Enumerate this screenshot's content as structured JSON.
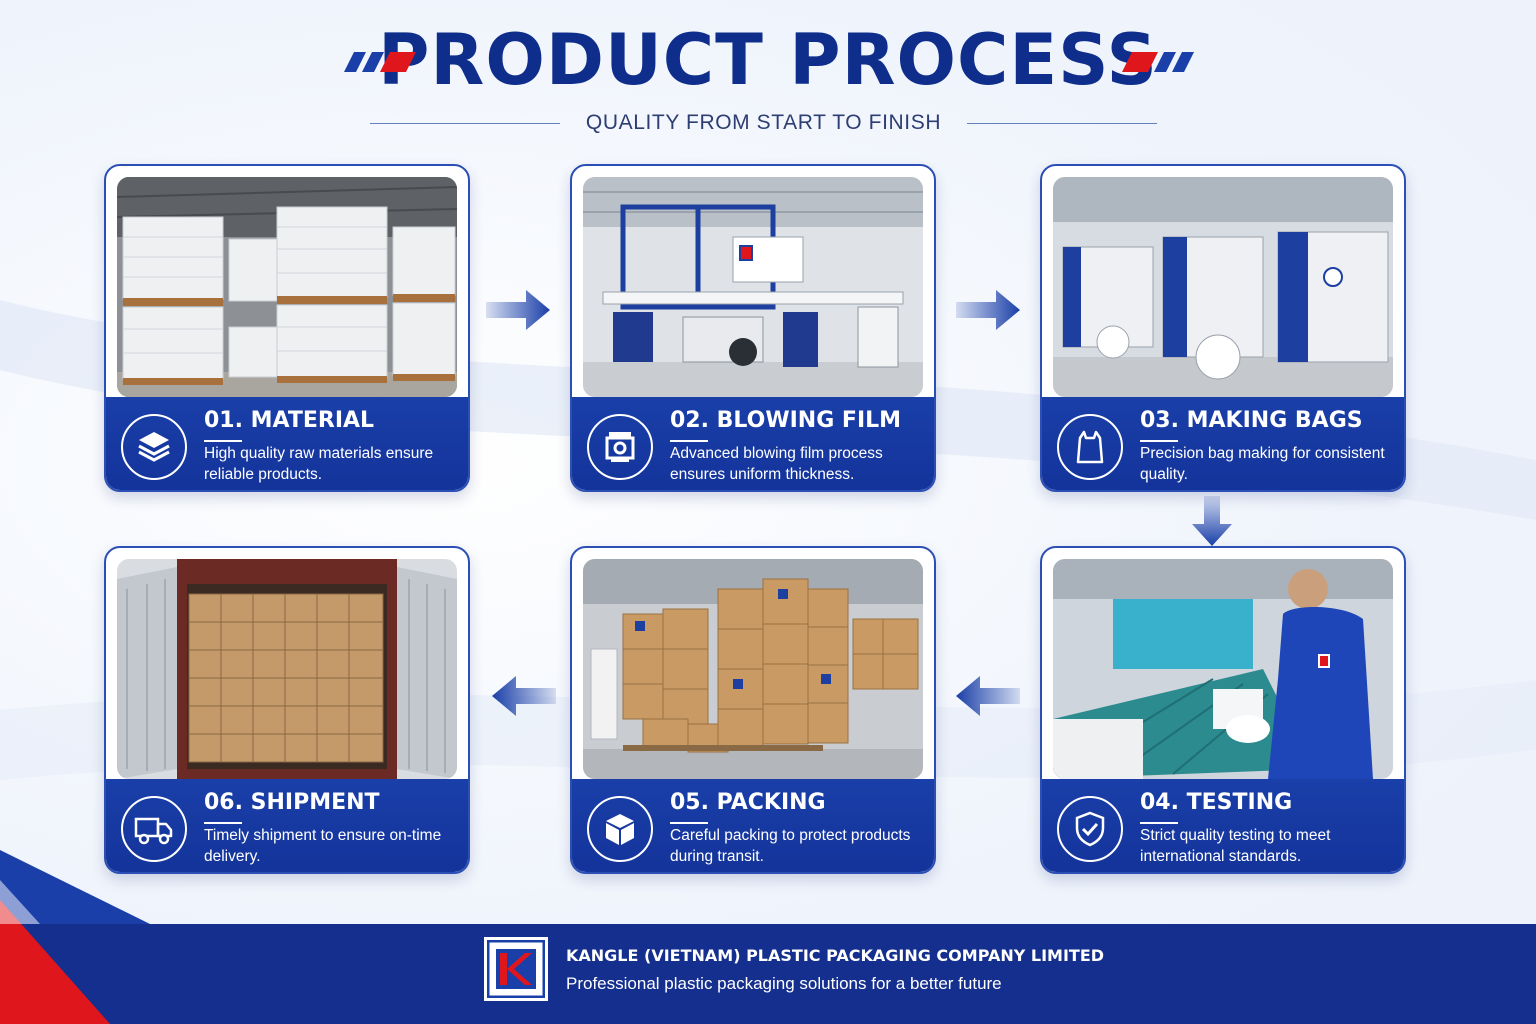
{
  "header": {
    "title": "PRODUCT PROCESS",
    "subtitle": "QUALITY FROM START TO FINISH"
  },
  "colors": {
    "brand_blue": "#13339a",
    "brand_red": "#e0161d",
    "title_blue": "#0f2e8c"
  },
  "steps": [
    {
      "title": "01. MATERIAL",
      "desc": "High quality raw materials ensure reliable products.",
      "icon": "layers-icon",
      "photo": "warehouse of white raw material sacks"
    },
    {
      "title": "02. BLOWING FILM",
      "desc": "Advanced blowing film process ensures uniform thickness.",
      "icon": "machine-icon",
      "photo": "blown film extrusion line"
    },
    {
      "title": "03. MAKING BAGS",
      "desc": "Precision bag making for consistent quality.",
      "icon": "shopping-bag-icon",
      "photo": "bag making machines"
    },
    {
      "title": "04. TESTING",
      "desc": "Strict quality testing to meet international standards.",
      "icon": "shield-check-icon",
      "photo": "worker inspecting bags"
    },
    {
      "title": "05. PACKING",
      "desc": "Careful packing to protect products during transit.",
      "icon": "box-icon",
      "photo": "stacked cartons on pallets"
    },
    {
      "title": "06. SHIPMENT",
      "desc": "Timely shipment to ensure on-time delivery.",
      "icon": "truck-icon",
      "photo": "container loaded with cartons"
    }
  ],
  "footer": {
    "logo_letter": "K",
    "company": "KANGLE (VIETNAM) PLASTIC PACKAGING COMPANY LIMITED",
    "tagline": "Professional plastic packaging solutions for a better future"
  }
}
